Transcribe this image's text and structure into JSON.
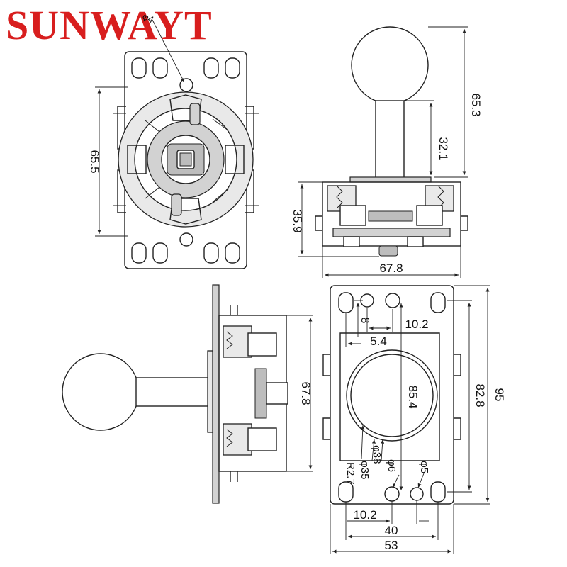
{
  "brand": {
    "text": "SUNWAYT",
    "color": "#d81e1e"
  },
  "top_view": {
    "dims": {
      "height": "65.5",
      "hole": "φ4"
    }
  },
  "side_view": {
    "dims": {
      "shaft_total": "65.3",
      "shaft": "32.1",
      "body_height": "35.9",
      "body_width": "67.8"
    }
  },
  "front_view": {
    "dims": {
      "body_height": "67.8"
    }
  },
  "plate_view": {
    "dims": {
      "top_pitch": "10.2",
      "top_vertical": "8",
      "offset": "5.4",
      "center": "85.4",
      "inner_height": "82.8",
      "outer_height": "95",
      "bottom_pitch": "10.2",
      "hole_span": "40",
      "plate_width": "53"
    },
    "callouts": [
      "R2.7",
      "φ35",
      "φ38",
      "φ6",
      "φ5"
    ]
  }
}
